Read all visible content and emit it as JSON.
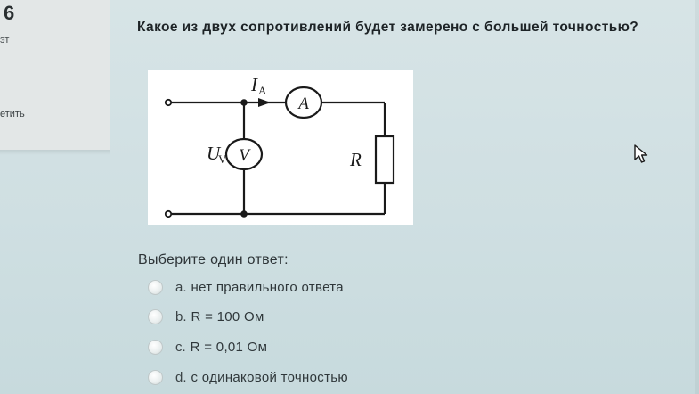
{
  "question_info": {
    "number": "6",
    "status_fragment": "эт",
    "flag_fragment": "етить"
  },
  "question": {
    "text": "Какое из двух сопротивлений будет замерено с большей точностью?"
  },
  "circuit": {
    "ammeter_label": "A",
    "voltmeter_label": "V",
    "current_symbol": "I",
    "current_subscript": "A",
    "voltage_symbol": "U",
    "voltage_subscript": "V",
    "resistor_label": "R"
  },
  "answers": {
    "prompt": "Выберите один ответ:",
    "options": [
      {
        "letter": "a.",
        "text": "нет правильного ответа"
      },
      {
        "letter": "b.",
        "text": "R = 100 Ом"
      },
      {
        "letter": "c.",
        "text": "R = 0,01 Ом"
      },
      {
        "letter": "d.",
        "text": "с одинаковой точностью"
      }
    ]
  },
  "icons": {
    "cursor": "mouse-pointer-icon"
  }
}
